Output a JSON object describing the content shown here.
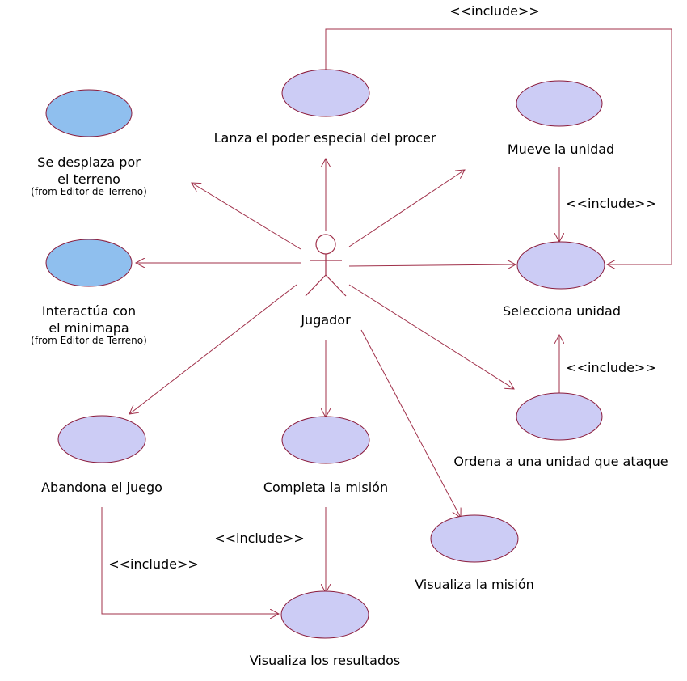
{
  "actor": {
    "name": "Jugador",
    "icon": "stick-figure-actor-icon"
  },
  "use_cases": [
    {
      "id": "lanza_poder",
      "label_lines": [
        "Lanza el poder especial del procer"
      ],
      "origin": ""
    },
    {
      "id": "mueve_unidad",
      "label_lines": [
        "Mueve la unidad"
      ],
      "origin": ""
    },
    {
      "id": "se_desplaza",
      "label_lines": [
        "Se desplaza por",
        "el terreno"
      ],
      "origin": "(from Editor de Terreno)"
    },
    {
      "id": "interactua_minimapa",
      "label_lines": [
        "Interactúa con",
        "el minimapa"
      ],
      "origin": "(from Editor de Terreno)"
    },
    {
      "id": "selecciona_unidad",
      "label_lines": [
        "Selecciona unidad"
      ],
      "origin": ""
    },
    {
      "id": "ordena_ataque",
      "label_lines": [
        "Ordena a una unidad que ataque"
      ],
      "origin": ""
    },
    {
      "id": "abandona_juego",
      "label_lines": [
        "Abandona el juego"
      ],
      "origin": ""
    },
    {
      "id": "completa_mision",
      "label_lines": [
        "Completa la misión"
      ],
      "origin": ""
    },
    {
      "id": "visualiza_mision",
      "label_lines": [
        "Visualiza la misión"
      ],
      "origin": ""
    },
    {
      "id": "visualiza_resultados",
      "label_lines": [
        "Visualiza los resultados"
      ],
      "origin": ""
    }
  ],
  "include_label": "<<include>>",
  "relations": [
    {
      "from": "mueve_unidad",
      "to": "selecciona_unidad",
      "type": "include"
    },
    {
      "from": "lanza_poder",
      "to": "selecciona_unidad",
      "type": "include"
    },
    {
      "from": "ordena_ataque",
      "to": "selecciona_unidad",
      "type": "include"
    },
    {
      "from": "completa_mision",
      "to": "visualiza_resultados",
      "type": "include"
    },
    {
      "from": "abandona_juego",
      "to": "visualiza_resultados",
      "type": "include"
    }
  ],
  "colors": {
    "use_case_fill": "#ccccf5",
    "imported_use_case_fill": "#8fbfee",
    "outline": "#8b1c3c",
    "relation_line": "#a0304a"
  }
}
